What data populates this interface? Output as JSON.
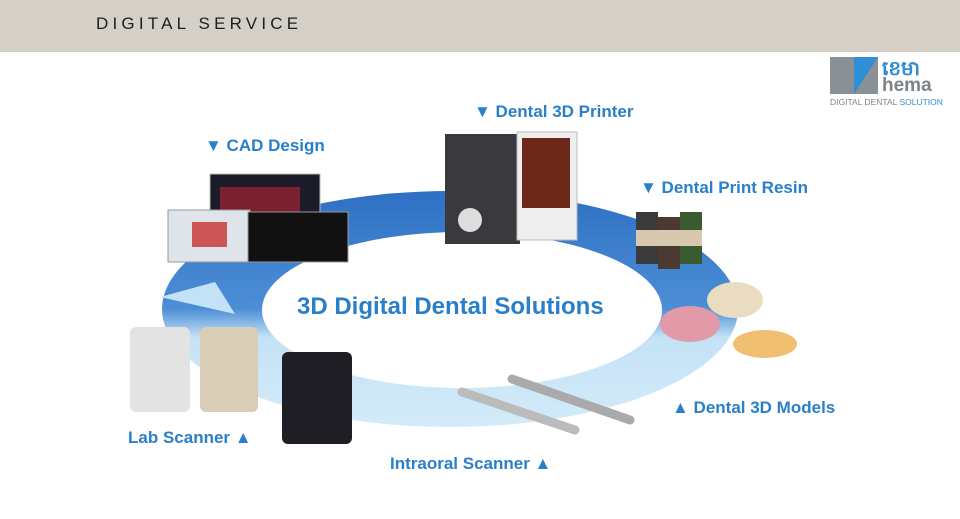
{
  "header": {
    "title": "DIGITAL SERVICE"
  },
  "logo": {
    "script": "ខេមា",
    "word": "hema",
    "tagline_a": "DIGITAL DENTAL ",
    "tagline_b": "SOLUTION"
  },
  "center_title": "3D Digital Dental Solutions",
  "labels": {
    "cad": "▼ CAD Design",
    "printer": "▼ Dental 3D Printer",
    "resin": "▼ Dental Print Resin",
    "models": "▲ Dental 3D Models",
    "intraoral": "Intraoral Scanner ▲",
    "lab": "Lab Scanner ▲"
  },
  "colors": {
    "accent": "#2a7fc9",
    "ring_dark": "#2f6fc4",
    "ring_light": "#c4e2f6",
    "header_bg": "#d4d0c8"
  }
}
